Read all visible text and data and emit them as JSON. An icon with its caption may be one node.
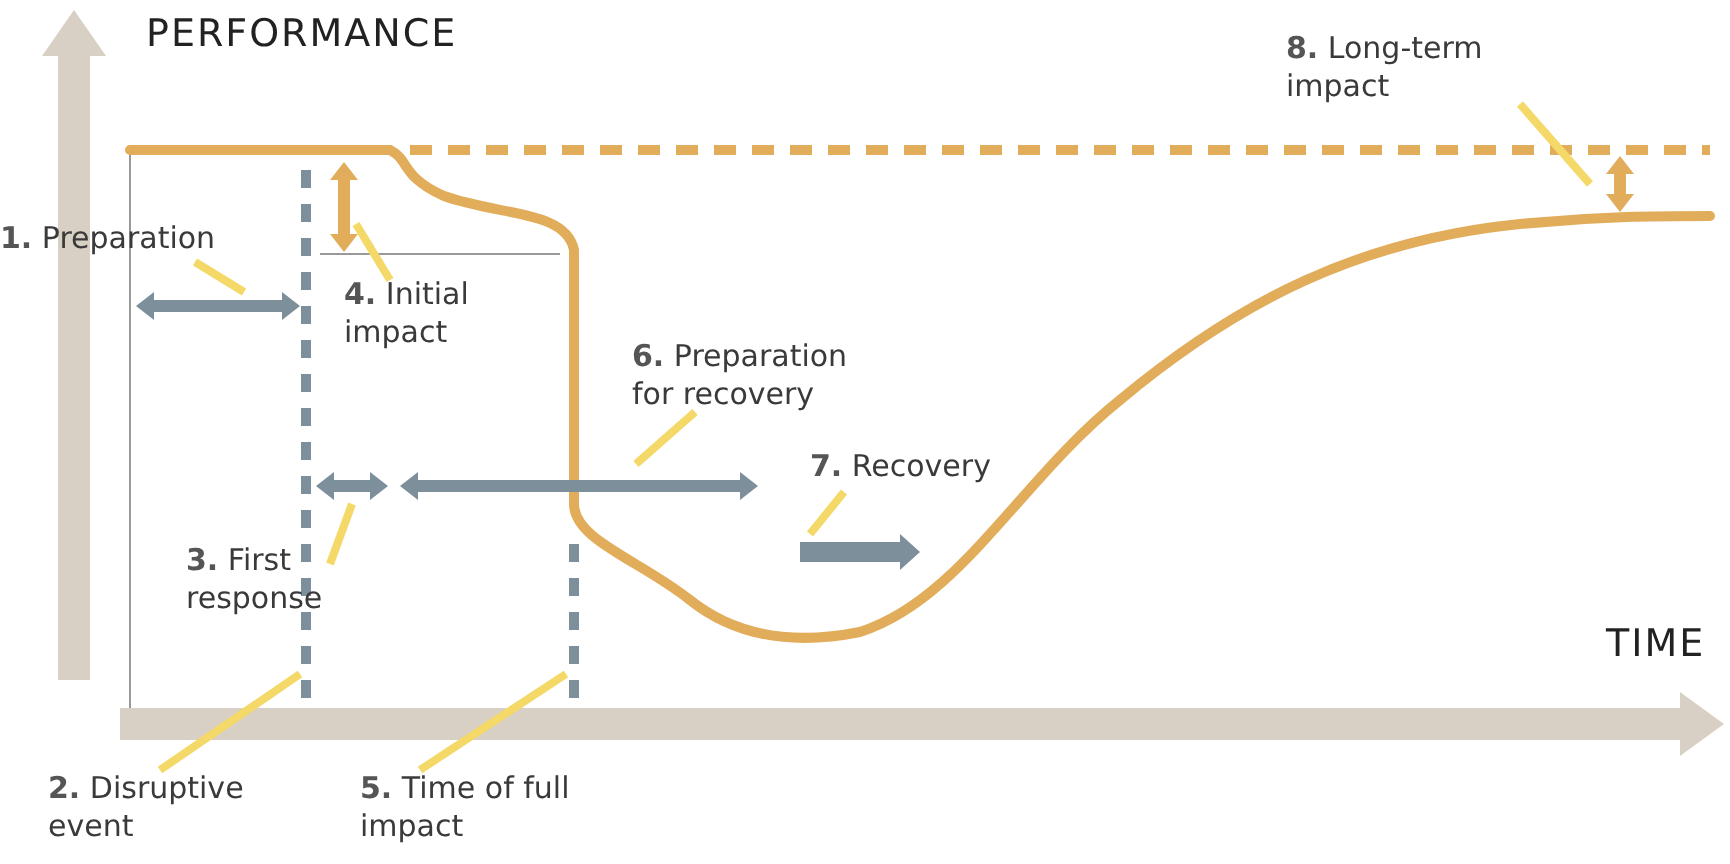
{
  "diagram": {
    "nodes": [
      {
        "text": [
          "**1.** Preparation"
        ]
      },
      {
        "text": [
          "**4.** Initial impact"
        ]
      },
      {
        "text": [
          "**6.** Preparation for recovery"
        ]
      },
      {
        "text": [
          "**7.** Recovery"
        ]
      },
      {
        "text": [
          "**3.** First response"
        ]
      },
      {
        "text": [
          "**2.** Disruptive event"
        ]
      },
      {
        "text": [
          "**5.** Time of full impact"
        ]
      },
      {
        "text": [
          "**8.** Long-term impact"
        ]
      }
    ],
    "edges": [
      {
        "from": 0,
        "to": null,
        "arrow": "none"
      },
      {
        "from": 1,
        "to": null,
        "arrow": "none"
      },
      {
        "from": 2,
        "to": null,
        "arrow": "none"
      },
      {
        "from": 3,
        "to": null,
        "arrow": "none"
      },
      {
        "from": 4,
        "to": null,
        "arrow": "none"
      },
      {
        "from": 5,
        "to": null,
        "arrow": "none"
      },
      {
        "from": 6,
        "to": null,
        "arrow": "none"
      },
      {
        "from": 7,
        "to": null,
        "arrow": "none"
      }
    ],
    "labels": [
      "PERFORMANCE",
      "TIME"
    ]
  }
}
